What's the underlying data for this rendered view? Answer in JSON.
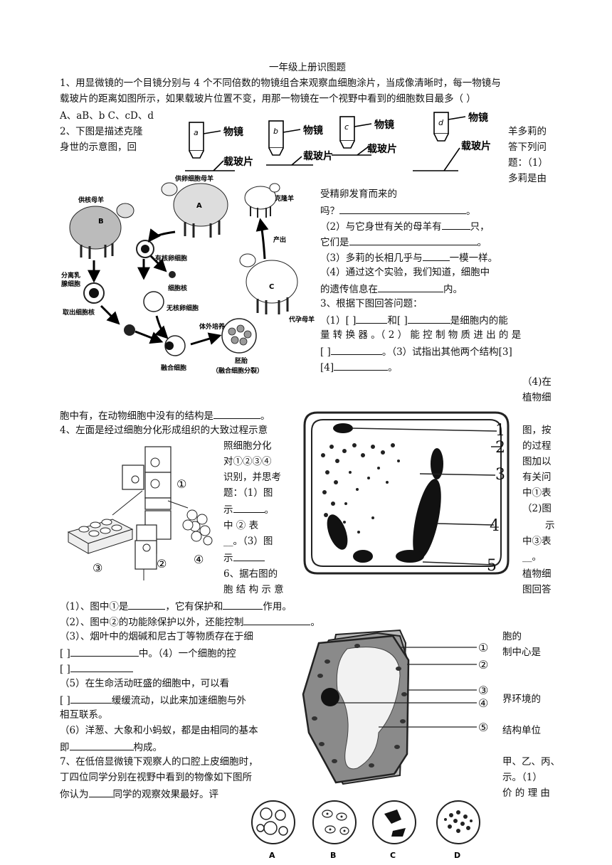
{
  "title": "一年级上册识图题",
  "q1": {
    "line1": "1、用显微镜的一个目镜分别与 4 个不同倍数的物镜组合来观察血细胞涂片，当成像清晰时，每一物镜与",
    "line2": "载玻片的距离如图所示，如果载玻片位置不变，用那一物镜在一个视野中看到的细胞数目最多（     ）",
    "options": "A、aB、b C、cD、d",
    "fig": {
      "labels": [
        "a",
        "b",
        "c",
        "d"
      ],
      "objective": "物镜",
      "slide": "载玻片"
    }
  },
  "q2": {
    "l1a": "2、下图是描述克隆",
    "l1b": "羊多莉的",
    "l2a": "身世的示意图，回",
    "l2b": "答下列问",
    "l3": "题：（1）",
    "l4": "多莉是由",
    "l5": "受精卵发育而来的",
    "l6": "吗？",
    "l7": "（2）与它身世有关的母羊有",
    "l7b": "只，",
    "l8": "它们是",
    "l8b": "。",
    "l9a": "（3）多莉的长相几乎与",
    "l9b": "一模一样。",
    "l10": "（4）通过这个实验，我们知道，细胞中",
    "l11a": "的遗传信息在",
    "l11b": "内。",
    "fig": {
      "egg_donor": "供卵细胞母羊",
      "clone": "克隆羊",
      "nucleus_donor": "供核母羊",
      "separate": "分离乳",
      "separate2": "腺细胞",
      "take_nucleus": "取出细胞核",
      "nucleated_egg": "有核卵细胞",
      "nucleus": "细胞核",
      "enucleated_egg": "无核卵细胞",
      "fused": "融合细胞",
      "in_vitro": "体外培养",
      "embryo": "胚胎",
      "embryo_note": "（融合细胞分裂）",
      "birth": "产出",
      "surrogate": "代孕母羊",
      "a": "A",
      "b": "B",
      "c": "C"
    }
  },
  "q3": {
    "l1": "3、根据下图回答问题：",
    "l2a": "（1）[     ]",
    "l2b": "和[     ]",
    "l2c": "是细胞内的能",
    "l3": "量 转 换 器 。（ 2 ） 能 控 制 物 质 进 出 的 是",
    "l4a": "[     ]",
    "l4b": "。（3）试指出其他两个结构[3]",
    "l5a": "[4]",
    "l5b": "。",
    "l6": "（4)在",
    "l7": "植物细",
    "l8a": "胞中有，在动物细胞中没有的结构是",
    "l8b": "。",
    "fig": {
      "labels": [
        "1",
        "2",
        "3",
        "4",
        "5"
      ]
    }
  },
  "q4": {
    "l1": "4、左面是经过细胞分化形成组织的大致过程示意",
    "r1": "图，按",
    "l2": "照细胞分化",
    "r2": "的过程",
    "l3": "对①②③④",
    "r3": "图加以",
    "l4": "识别，并思考",
    "r4": "有关问",
    "l5": "题：（1）图",
    "r5": "中①表",
    "l6": "示",
    "l6b": "。",
    "r6": "（2)图",
    "l7": "中  ②  表",
    "r7": "示",
    "l8": "__。（3）图",
    "r8": "中③表",
    "l9": "示",
    "r9": "__。",
    "fig": {
      "labels": [
        "①",
        "②",
        "③",
        "④"
      ]
    }
  },
  "q6": {
    "l1": "6、据右图的",
    "r1": "植物细",
    "l2": "胞 结 构 示 意",
    "r2": "图回答",
    "p1a": "（1）、图中①是",
    "p1b": "，它有保护和",
    "p1c": "作用。",
    "p2a": "（2）、图中②的功能除保护以外，还能控制",
    "p2b": "。",
    "p3a": "（3）、烟叶中的烟碱和尼古丁等物质存在于细",
    "p3r": "胞的",
    "p3b": "[        ]",
    "p3c": "中。（4）一个细胞的控",
    "p3d": "制中心是",
    "p4a": "[     ]",
    "p5a": "（5）在生命活动旺盛的细胞中，可以看",
    "p5b": "[     ]",
    "p5c": "缓缓流动，以此来加速细胞与外",
    "p5d": "界环境的",
    "p5e": "相互联系。",
    "p6a": "（6）洋葱、大象和小蚂蚁，都是由相同的基本",
    "p6b": "结构单位",
    "p6c": "即",
    "p6d": "构成。",
    "fig": {
      "labels": [
        "①",
        "②",
        "③",
        "④",
        "⑤"
      ]
    }
  },
  "q7": {
    "l1": "7、在低倍显微镜下观察人的口腔上皮细胞时，",
    "r1": "甲、乙、丙、",
    "l2": "丁四位同学分别在视野中看到的物像如下图所",
    "r2": "示。（1）",
    "l3a": "你认为",
    "l3b": "同学的观察效果最好。评",
    "r3": "价 的 理 由",
    "fig": {
      "labels": [
        "A",
        "B",
        "C",
        "D"
      ]
    }
  }
}
